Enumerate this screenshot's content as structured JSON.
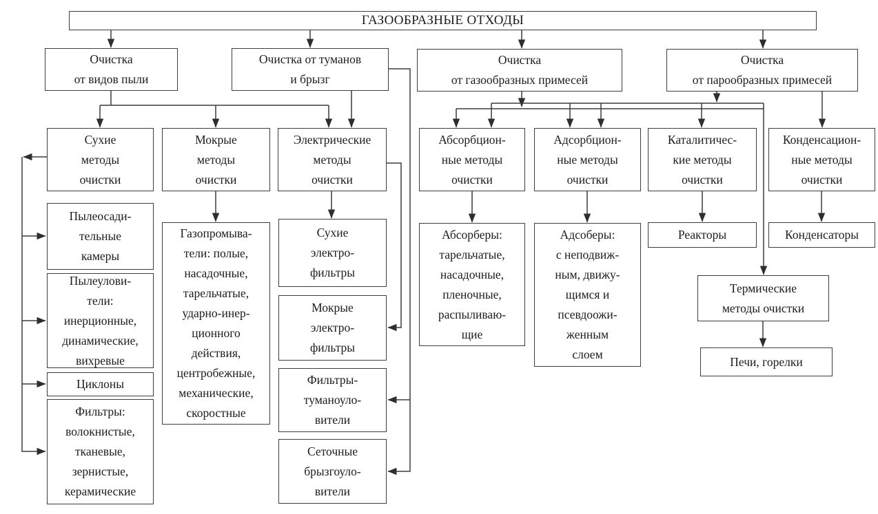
{
  "diagram": {
    "title": "ГАЗООБРАЗНЫЕ ОТХОДЫ",
    "colors": {
      "line": "#3b3b3b",
      "border": "#3c3c3c",
      "text": "#1c1c1c",
      "background": "#ffffff"
    },
    "nodes": {
      "gaseous_waste": {
        "label": "ГАЗООБРАЗНЫЕ ОТХОДЫ"
      },
      "dust_removal": {
        "label": "Очистка\nот видов пыли"
      },
      "mist_spray_removal": {
        "label": "Очистка от туманов\nи брызг"
      },
      "gaseous_impurities": {
        "label": "Очистка\nот газообразных примесей"
      },
      "vapor_impurities": {
        "label": "Очистка\nот парообразных примесей"
      },
      "dry_methods": {
        "label": "Сухие\nметоды\nочистки"
      },
      "wet_methods": {
        "label": "Мокрые\nметоды\nочистки"
      },
      "electric_methods": {
        "label": "Электрические\nметоды\nочистки"
      },
      "absorption_methods": {
        "label": "Абсорбцион-\nные методы\nочистки"
      },
      "adsorption_methods": {
        "label": "Адсорбцион-\nные методы\nочистки"
      },
      "catalytic_methods": {
        "label": "Каталитичес-\nкие методы\nочистки"
      },
      "condensation_methods": {
        "label": "Конденсацион-\nные методы\nочистки"
      },
      "dust_settling_chambers": {
        "label": "Пылеосади-\nтельные\nкамеры"
      },
      "dust_collectors": {
        "label": "Пылеулови-\nтели:\nинерционные,\nдинамические,\nвихревые"
      },
      "cyclones": {
        "label": "Циклоны"
      },
      "filters": {
        "label": "Фильтры:\nволокнистые,\nтканевые,\nзернистые,\nкерамические"
      },
      "gas_washers": {
        "label": "Газопромыва-\nтели: полые,\nнасадочные,\nтарельчатые,\nударно-инер-\nционного\nдействия,\nцентробежные,\nмеханические,\nскоростные"
      },
      "dry_electrofilters": {
        "label": "Сухие\nэлектро-\nфильтры"
      },
      "wet_electrofilters": {
        "label": "Мокрые\nэлектро-\nфильтры"
      },
      "mist_filters": {
        "label": "Фильтры-\nтуманоуло-\nвители"
      },
      "mesh_spray_catchers": {
        "label": "Сеточные\nбрызгоуло-\nвители"
      },
      "absorbers": {
        "label": "Абсорберы:\nтарельчатые,\nнасадочные,\nпленочные,\nраспыливаю-\nщие"
      },
      "adsorbers": {
        "label": "Адсоберы:\nс неподвиж-\nным, движу-\nщимся и\nпсевдоожи-\nженным\nслоем"
      },
      "reactors": {
        "label": "Реакторы"
      },
      "condensers": {
        "label": "Конденсаторы"
      },
      "thermal_methods": {
        "label": "Термические\nметоды очистки"
      },
      "furnaces_burners": {
        "label": "Печи, горелки"
      }
    }
  }
}
